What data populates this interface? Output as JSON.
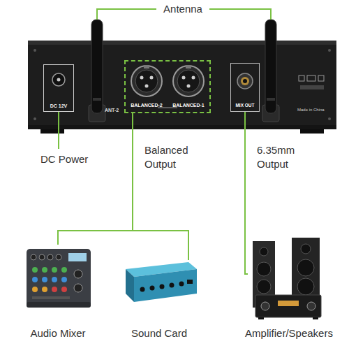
{
  "diagram": {
    "nodes": [
      {
        "text": [
          "ANT-2",
          "Made in China"
        ]
      },
      {
        "text": [
          "DC 12V"
        ],
        "in": 0
      },
      {
        "text": [
          "BALANCED-2",
          "BALANCED-1"
        ],
        "in": 0
      },
      {
        "text": [
          "MIX OUT"
        ],
        "in": 0
      },
      {
        "text": [
          "Audio Mixer"
        ]
      },
      {
        "text": [
          "Sound Card"
        ]
      },
      {
        "text": [
          "Amplifier/Speakers"
        ]
      }
    ],
    "edges": [
      {
        "from": 2,
        "to": 4,
        "arrow": "none"
      },
      {
        "from": 2,
        "to": 5,
        "arrow": "none"
      },
      {
        "from": 3,
        "to": 6,
        "arrow": "none"
      }
    ],
    "labels": [
      "Antenna",
      "DC Power",
      "Balanced Output",
      "6.35mm Output"
    ]
  }
}
